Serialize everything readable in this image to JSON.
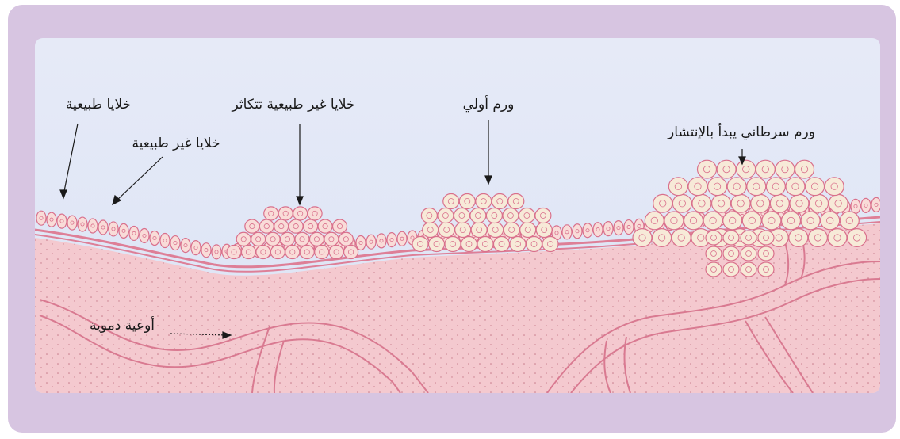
{
  "labels": {
    "normal_cells": "خلايا طبيعية",
    "abnormal_cells": "خلايا غير طبيعية",
    "abnormal_cells_multiply": "خلايا غير طبيعية تتكاثر",
    "primary_tumor": "ورم أولي",
    "spreading_tumor": "ورم سرطاني يبدأ بالإنتشار",
    "blood_vessels": "أوعية دموية"
  },
  "colors": {
    "frame": "#d6c4e0",
    "sky": "#dde5f5",
    "tissue": "#f4c9cf",
    "membrane": "#de7f97",
    "cell_fill": "#f9dcd8",
    "tumor_cell_fill": "#f7ead8",
    "cell_stroke": "#d9708c"
  }
}
